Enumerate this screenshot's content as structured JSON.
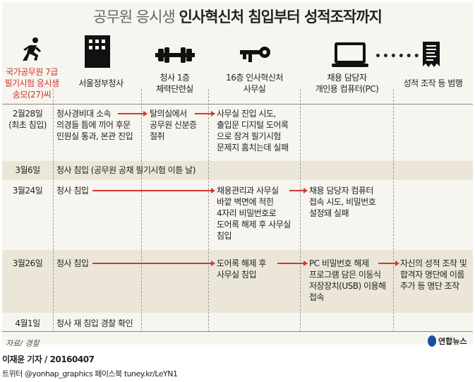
{
  "title": {
    "light": "공무원 응시생",
    "bold": "인사혁신처 침입부터 성적조작까지"
  },
  "columns": [
    {
      "label": "국가공무원 7급\n필기시험 응시생\n송모(27)씨",
      "icon": "running-person-icon",
      "color": "#d0312d"
    },
    {
      "label": "서울정부청사",
      "icon": "building-icon"
    },
    {
      "label": "청사 1층\n체력단련실",
      "icon": "dumbbell-icon"
    },
    {
      "label": "16층 인사혁신처\n사무실",
      "icon": "key-icon"
    },
    {
      "label": "채용 담당자\n개인용 컴퓨터(PC)",
      "icon": "laptop-icon"
    },
    {
      "label": "성적 조작 등 범행",
      "icon": "receipt-icon"
    }
  ],
  "rows": [
    {
      "date": "2월28일\n(최초 침입)",
      "cells": [
        "청사경비대 소속\n의경들 틈에 끼어 후문\n민원실 통과, 본관 진입",
        "탈의실에서\n공무원 신분증\n절취",
        "사무실 진입 시도,\n출입문 디지털 도어록\n으로 잠겨 필기시험\n문제지 훔치는데 실패",
        "",
        ""
      ]
    },
    {
      "date": "3월6일",
      "cells": [
        "청사 침입 (공무원 공채 필기시험 이튿 날)"
      ]
    },
    {
      "date": "3월24일",
      "cells": [
        "청사 침입",
        "",
        "채용관리과 사무실\n바깥 벽면에 적힌\n4자리 비밀번호로\n도어록 해제 후 사무실\n침입",
        "채용 담당자 컴퓨터\n접속 시도, 비밀번호\n설정돼 실패",
        ""
      ]
    },
    {
      "date": "3월26일",
      "cells": [
        "청사 침입",
        "",
        "도어록 해제 후\n사무실 침입",
        "PC 비밀번호 해제\n프로그램 담은 이동식\n저장장치(USB) 이용해\n접속",
        "자신의 성적 조작 및\n합격자 명단에 이름\n추가 등 명단 조작"
      ]
    },
    {
      "date": "4월1일",
      "cells": [
        "청사 재 침입 경찰 확인"
      ]
    }
  ],
  "source": "자료/ 경찰",
  "logo": "연합뉴스",
  "byline": "이재윤 기자 / 20160407",
  "social": "트위터 @yonhap_graphics  페이스북 tuney.kr/LeYN1",
  "colors": {
    "accent": "#d03a30",
    "shade": "#ebe6d8",
    "background": "#f7f5ef"
  }
}
